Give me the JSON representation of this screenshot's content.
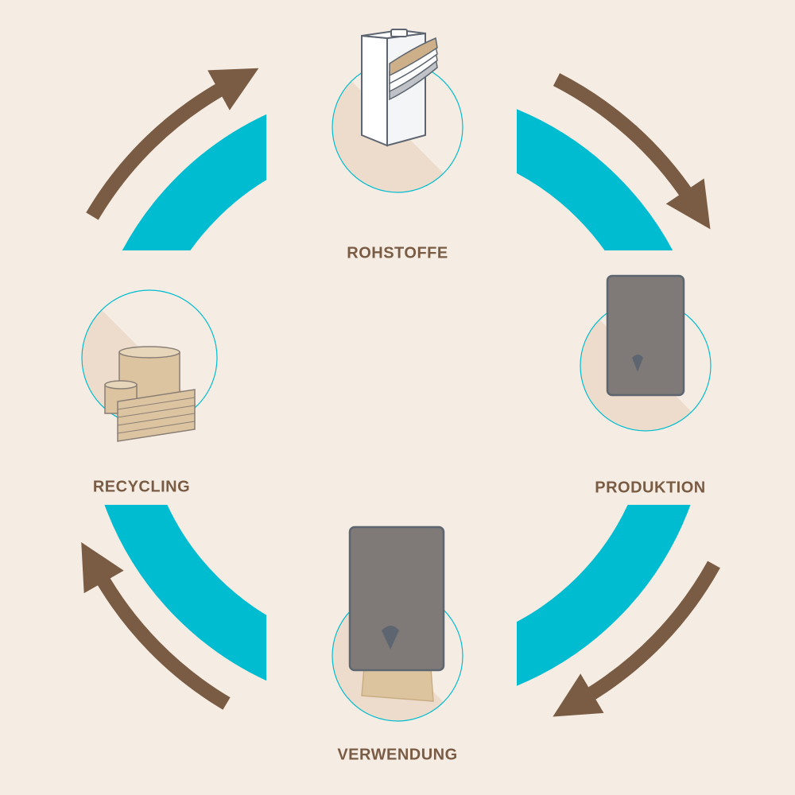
{
  "title": "Paper product lifecycle",
  "stages": [
    {
      "label": "ROHSTOFFE",
      "icon": "milk-carton-paper-icon"
    },
    {
      "label": "PRODUKTION",
      "icon": "towel-dispenser-icon"
    },
    {
      "label": "VERWENDUNG",
      "icon": "towel-dispenser-in-use-icon"
    },
    {
      "label": "RECYCLING",
      "icon": "paper-rolls-icon"
    }
  ],
  "colors": {
    "background": "#f5ede3",
    "ring": "#00bcd0",
    "arrow": "#7a5c45",
    "circle_fill": "#eddccb"
  }
}
